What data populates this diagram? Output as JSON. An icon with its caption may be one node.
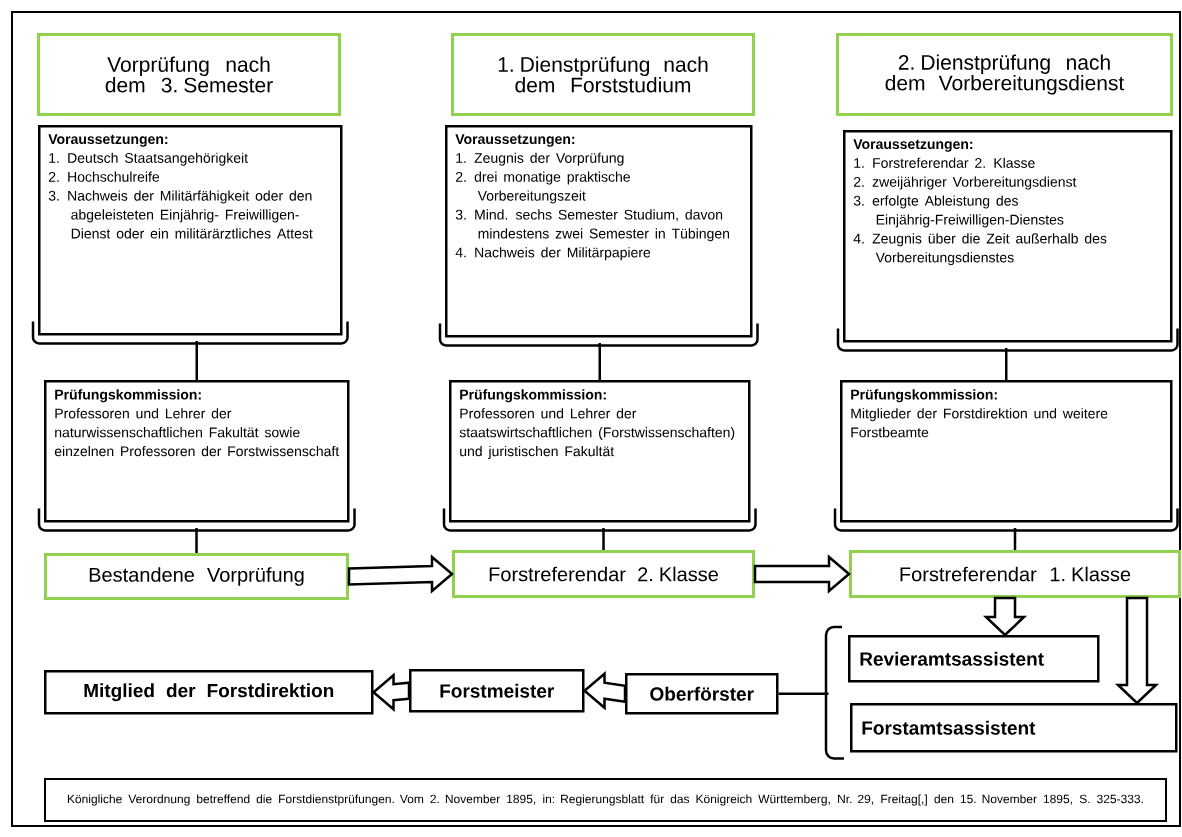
{
  "diagram": {
    "nodes": [
      {
        "text": [
          "Vorprüfung nach dem 3. Semester"
        ]
      },
      {
        "text": [
          "Voraussetzungen:",
          "1. Deutsch Staatsangehörigkeit",
          "2. Hochschulreife",
          "3. Nachweis der Militärfähigkeit oder den abgeleisteten Einjährig- Freiwilligen- Dienst oder ein militärärztliches Attest"
        ]
      },
      {
        "text": [
          "Prüfungskommission:",
          "Professoren und Lehrer der naturwissenschaftlichen Fakultät sowie einzelnen Professoren der Forstwissenschaft"
        ]
      },
      {
        "text": [
          "Bestandene Vorprüfung"
        ]
      },
      {
        "text": [
          "1. Dienstprüfung nach dem Forststudium"
        ]
      },
      {
        "text": [
          "Voraussetzungen:",
          "1. Zeugnis der Vorprüfung",
          "2. drei monatige praktische Vorbereitungszeit",
          "3. Mind. sechs Semester Studium, davon mindestens zwei Semester in Tübingen",
          "4. Nachweis der Militärpapiere"
        ]
      },
      {
        "text": [
          "Prüfungskommission:",
          "Professoren und Lehrer der staatswirtschaftlichen (Forstwissenschaften) und juristischen Fakultät"
        ]
      },
      {
        "text": [
          "Forstreferendar 2. Klasse"
        ]
      },
      {
        "text": [
          "2. Dienstprüfung nach dem Vorbereitungsdienst"
        ]
      },
      {
        "text": [
          "Voraussetzungen:",
          "1. Forstreferendar 2. Klasse",
          "2. zweijähriger Vorbereitungsdienst",
          "3. erfolgte Ableistung des Einjährig-Freiwilligen-Dienstes",
          "4. Zeugnis über die Zeit außerhalb des Vorbereitungsdienstes"
        ]
      },
      {
        "text": [
          "Prüfungskommission:",
          "Mitglieder der Forstdirektion und weitere Forstbeamte"
        ]
      },
      {
        "text": [
          "Forstreferendar 1. Klasse"
        ]
      },
      {
        "text": [
          "Revieramtsassistent"
        ]
      },
      {
        "text": [
          "Forstamtsassistent"
        ]
      },
      {
        "text": [
          "Oberförster"
        ]
      },
      {
        "text": [
          "Forstmeister"
        ]
      },
      {
        "text": [
          "Mitglied der Forstdirektion"
        ]
      },
      {
        "text": [
          "Königliche Verordnung betreffend die Forstdienstprüfungen. Vom 2. November 1895, in: Regierungsblatt für das Königreich Württemberg, Nr. 29, Freitag[,] den 15. November 1895, S. 325-333."
        ]
      }
    ],
    "edges": [
      {
        "from": 1,
        "to": 2,
        "arrow": "none"
      },
      {
        "from": 2,
        "to": 3,
        "arrow": "none"
      },
      {
        "from": 5,
        "to": 6,
        "arrow": "none"
      },
      {
        "from": 6,
        "to": 7,
        "arrow": "none"
      },
      {
        "from": 9,
        "to": 10,
        "arrow": "none"
      },
      {
        "from": 10,
        "to": 11,
        "arrow": "none"
      },
      {
        "from": 3,
        "to": 7,
        "arrow": "to"
      },
      {
        "from": 7,
        "to": 11,
        "arrow": "to"
      },
      {
        "from": 11,
        "to": 12,
        "arrow": "to"
      },
      {
        "from": 11,
        "to": 13,
        "arrow": "to"
      },
      {
        "from": 12,
        "to": 14,
        "arrow": "none"
      },
      {
        "from": 13,
        "to": 14,
        "arrow": "none"
      },
      {
        "from": 14,
        "to": 15,
        "arrow": "to"
      },
      {
        "from": 15,
        "to": 16,
        "arrow": "to"
      }
    ]
  }
}
